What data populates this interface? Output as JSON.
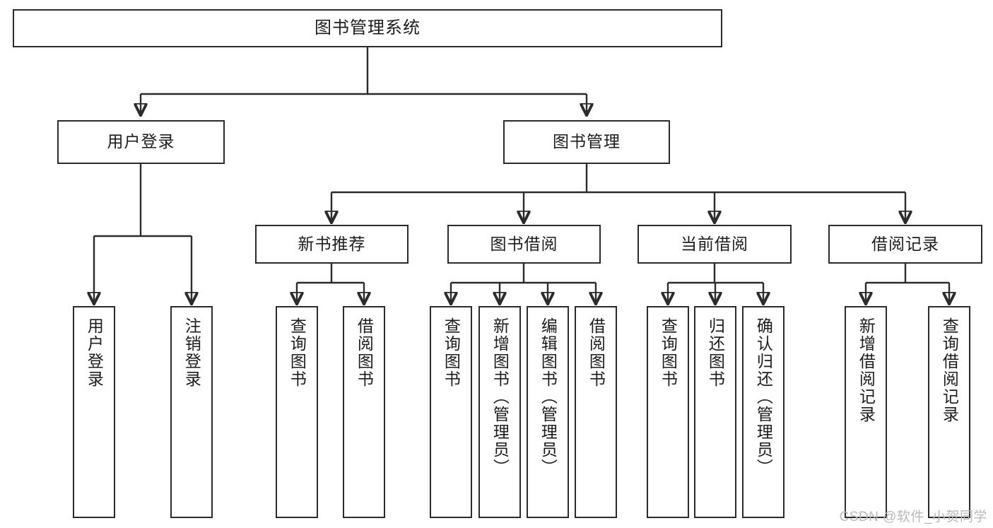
{
  "diagram": {
    "type": "tree-hierarchy",
    "title": "图书管理系统",
    "watermark": "CSDN @软件_小贺同学",
    "colors": {
      "stroke": "#2b2b2b",
      "fill": "#ffffff",
      "text": "#1c1c1c",
      "watermark": "#b9b9b9"
    },
    "levels": {
      "root": {
        "label": "图书管理系统"
      },
      "level2": [
        {
          "id": "user-login",
          "label": "用户登录"
        },
        {
          "id": "book-management",
          "label": "图书管理"
        }
      ],
      "level3": [
        {
          "id": "new-book-recommend",
          "label": "新书推荐",
          "parent": "book-management"
        },
        {
          "id": "book-borrow",
          "label": "图书借阅",
          "parent": "book-management"
        },
        {
          "id": "current-borrow",
          "label": "当前借阅",
          "parent": "book-management"
        },
        {
          "id": "borrow-record",
          "label": "借阅记录",
          "parent": "book-management"
        }
      ],
      "leaves": [
        {
          "id": "leaf-user-login",
          "label": "用户登录",
          "parent": "user-login"
        },
        {
          "id": "leaf-logout-login",
          "label": "注销登录",
          "parent": "user-login"
        },
        {
          "id": "leaf-query-book-1",
          "label": "查询图书",
          "parent": "new-book-recommend"
        },
        {
          "id": "leaf-borrow-book-1",
          "label": "借阅图书",
          "parent": "new-book-recommend"
        },
        {
          "id": "leaf-query-book-2",
          "label": "查询图书",
          "parent": "book-borrow"
        },
        {
          "id": "leaf-add-book",
          "label": "新增图书（管理员）",
          "parent": "book-borrow"
        },
        {
          "id": "leaf-edit-book",
          "label": "编辑图书（管理员）",
          "parent": "book-borrow"
        },
        {
          "id": "leaf-borrow-book-2",
          "label": "借阅图书",
          "parent": "book-borrow"
        },
        {
          "id": "leaf-query-book-3",
          "label": "查询图书",
          "parent": "current-borrow"
        },
        {
          "id": "leaf-return-book",
          "label": "归还图书",
          "parent": "current-borrow"
        },
        {
          "id": "leaf-confirm-return",
          "label": "确认归还（管理员）",
          "parent": "current-borrow"
        },
        {
          "id": "leaf-add-record",
          "label": "新增借阅记录",
          "parent": "borrow-record"
        },
        {
          "id": "leaf-query-record",
          "label": "查询借阅记录",
          "parent": "borrow-record"
        }
      ]
    }
  }
}
